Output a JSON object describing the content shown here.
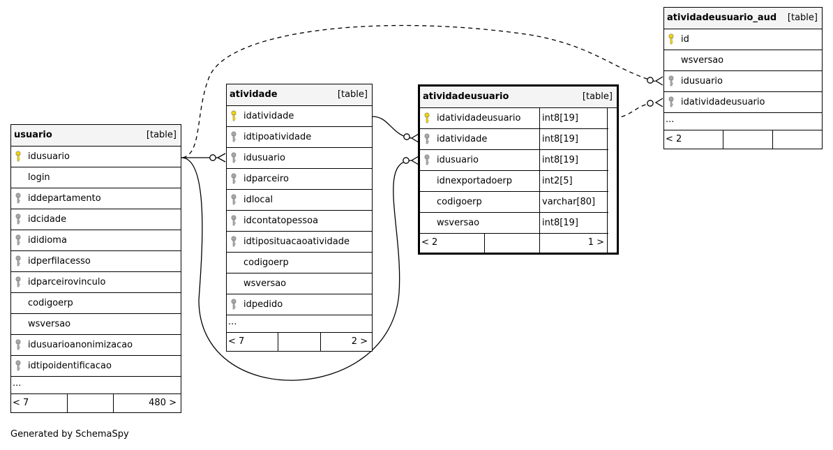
{
  "colors": {
    "primary_key": "#f2d600",
    "foreign_key": "#a8a8a8",
    "header_bg": "#f4f4f4"
  },
  "tables": [
    {
      "name": "usuario",
      "type": "[table]",
      "columns": [
        {
          "name": "idusuario",
          "key": "primary"
        },
        {
          "name": "login",
          "key": "none"
        },
        {
          "name": "iddepartamento",
          "key": "foreign"
        },
        {
          "name": "idcidade",
          "key": "foreign"
        },
        {
          "name": "ididioma",
          "key": "foreign"
        },
        {
          "name": "idperfilacesso",
          "key": "foreign"
        },
        {
          "name": "idparceirovinculo",
          "key": "foreign"
        },
        {
          "name": "codigoerp",
          "key": "none"
        },
        {
          "name": "wsversao",
          "key": "none"
        },
        {
          "name": "idusuarioanonimizacao",
          "key": "foreign"
        },
        {
          "name": "idtipoidentificacao",
          "key": "foreign"
        }
      ],
      "more": "...",
      "footer": {
        "left": "< 7",
        "right": "480 >"
      }
    },
    {
      "name": "atividade",
      "type": "[table]",
      "columns": [
        {
          "name": "idatividade",
          "key": "primary"
        },
        {
          "name": "idtipoatividade",
          "key": "foreign"
        },
        {
          "name": "idusuario",
          "key": "foreign"
        },
        {
          "name": "idparceiro",
          "key": "foreign"
        },
        {
          "name": "idlocal",
          "key": "foreign"
        },
        {
          "name": "idcontatopessoa",
          "key": "foreign"
        },
        {
          "name": "idtiposituacaoatividade",
          "key": "foreign"
        },
        {
          "name": "codigoerp",
          "key": "none"
        },
        {
          "name": "wsversao",
          "key": "none"
        },
        {
          "name": "idpedido",
          "key": "foreign"
        }
      ],
      "more": "...",
      "footer": {
        "left": "< 7",
        "right": "2 >"
      }
    },
    {
      "name": "atividadeusuario",
      "type": "[table]",
      "columns": [
        {
          "name": "idatividadeusuario",
          "key": "primary",
          "type": "int8[19]"
        },
        {
          "name": "idatividade",
          "key": "foreign",
          "type": "int8[19]"
        },
        {
          "name": "idusuario",
          "key": "foreign",
          "type": "int8[19]"
        },
        {
          "name": "idnexportadoerp",
          "key": "none",
          "type": "int2[5]"
        },
        {
          "name": "codigoerp",
          "key": "none",
          "type": "varchar[80]"
        },
        {
          "name": "wsversao",
          "key": "none",
          "type": "int8[19]"
        }
      ],
      "footer": {
        "left": "< 2",
        "right": "1 >"
      }
    },
    {
      "name": "atividadeusuario_aud",
      "type": "[table]",
      "columns": [
        {
          "name": "id",
          "key": "primary"
        },
        {
          "name": "wsversao",
          "key": "none"
        },
        {
          "name": "idusuario",
          "key": "foreign"
        },
        {
          "name": "idatividadeusuario",
          "key": "foreign"
        }
      ],
      "more": "...",
      "footer": {
        "left": "< 2",
        "right": ""
      }
    }
  ],
  "relationships": [
    {
      "from": "atividade.idusuario",
      "to": "usuario.idusuario",
      "style": "solid"
    },
    {
      "from": "atividadeusuario.idusuario",
      "to": "usuario.idusuario",
      "style": "solid"
    },
    {
      "from": "atividadeusuario.idatividade",
      "to": "atividade.idatividade",
      "style": "solid"
    },
    {
      "from": "atividadeusuario_aud.idusuario",
      "to": "usuario.idusuario",
      "style": "dashed"
    },
    {
      "from": "atividadeusuario_aud.idatividadeusuario",
      "to": "atividadeusuario.idatividadeusuario",
      "style": "dashed"
    }
  ],
  "footer_text": "Generated by SchemaSpy"
}
